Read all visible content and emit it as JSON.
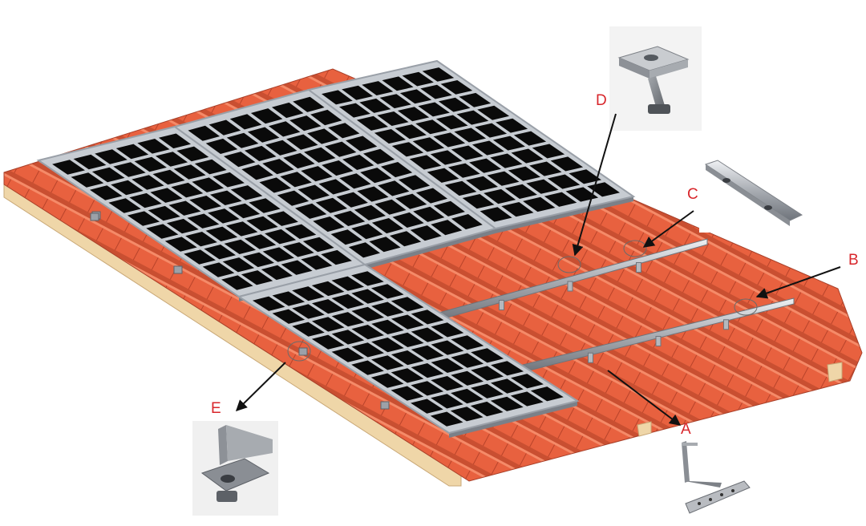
{
  "diagram": {
    "callouts": [
      {
        "id": "A",
        "label": "A"
      },
      {
        "id": "B",
        "label": "B"
      },
      {
        "id": "C",
        "label": "C"
      },
      {
        "id": "D",
        "label": "D"
      },
      {
        "id": "E",
        "label": "E"
      }
    ],
    "panel_layout": {
      "top_row_panels": 3,
      "bottom_row_panels": 1,
      "cell_rows": 10,
      "cell_cols": 6
    },
    "colors": {
      "tile": "#e8613f",
      "tile_dark": "#b8432a",
      "rafter_wood": "#efd6a8",
      "panel_frame": "#9aa0a8",
      "cell": "#0a0a0a",
      "rail": "#b5b8bd",
      "callout_text": "#d8262b",
      "arrow": "#111111"
    }
  }
}
